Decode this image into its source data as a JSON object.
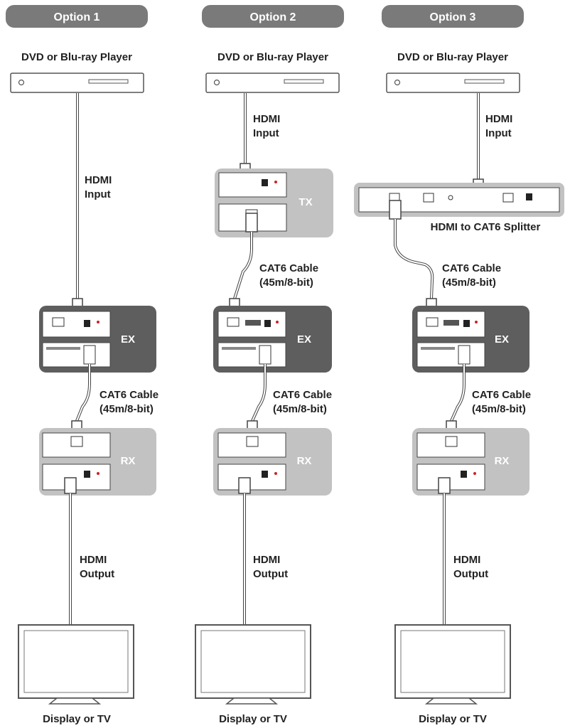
{
  "columns": [
    {
      "option": "Option 1",
      "source": "DVD or Blu-ray Player",
      "input_label": [
        "HDMI",
        "Input"
      ],
      "tx": null,
      "splitter": null,
      "ex": "EX",
      "cable_label": [
        "CAT6 Cable",
        "(45m/8-bit)"
      ],
      "rx": "RX",
      "output_label": [
        "HDMI",
        "Output"
      ],
      "display": "Display or TV"
    },
    {
      "option": "Option 2",
      "source": "DVD or Blu-ray Player",
      "input_label": [
        "HDMI",
        "Input"
      ],
      "tx": "TX",
      "splitter": null,
      "tx_cable_label": [
        "CAT6 Cable",
        "(45m/8-bit)"
      ],
      "ex": "EX",
      "cable_label": [
        "CAT6 Cable",
        "(45m/8-bit)"
      ],
      "rx": "RX",
      "output_label": [
        "HDMI",
        "Output"
      ],
      "display": "Display or TV"
    },
    {
      "option": "Option 3",
      "source": "DVD or Blu-ray Player",
      "input_label": [
        "HDMI",
        "Input"
      ],
      "tx": null,
      "splitter": "HDMI to CAT6 Splitter",
      "tx_cable_label": [
        "CAT6 Cable",
        "(45m/8-bit)"
      ],
      "ex": "EX",
      "cable_label": [
        "CAT6 Cable",
        "(45m/8-bit)"
      ],
      "rx": "RX",
      "output_label": [
        "HDMI",
        "Output"
      ],
      "display": "Display or TV"
    }
  ],
  "colors": {
    "pill": "#7a7a7a",
    "ex_box": "#5e5e5e",
    "light_box": "#c2c2c2",
    "device_outline": "#555555",
    "cable": "#444444"
  }
}
